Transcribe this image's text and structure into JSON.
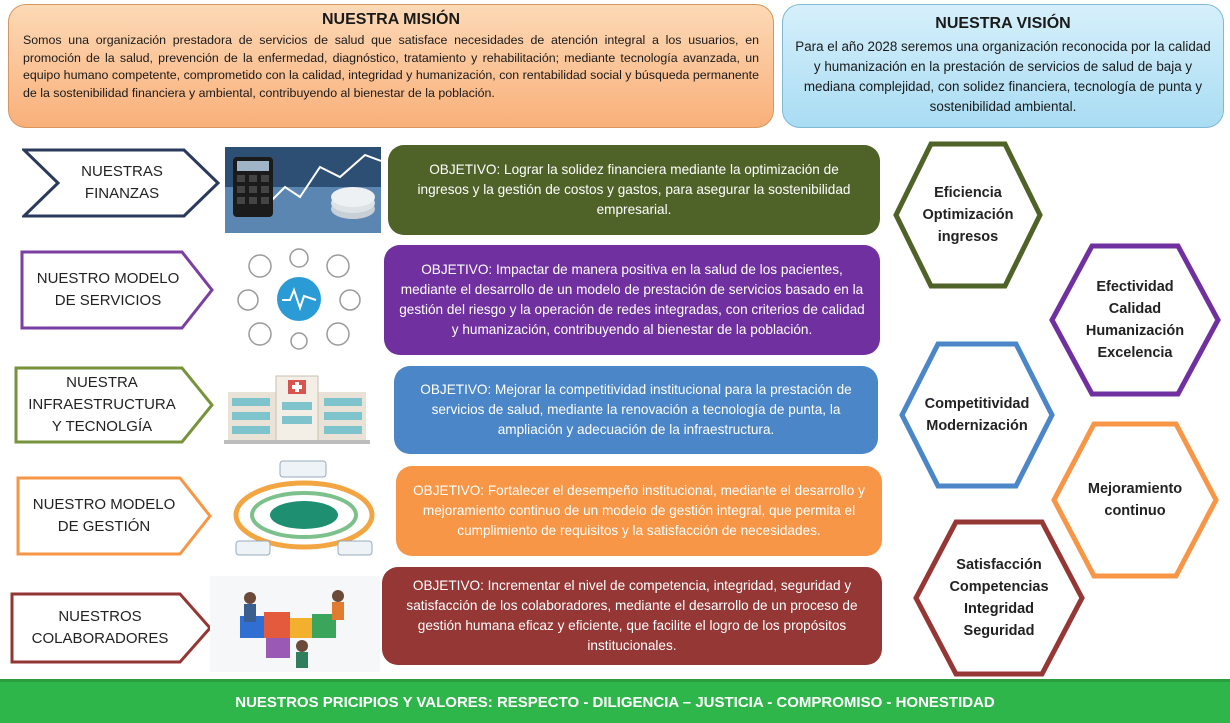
{
  "mission": {
    "title": "NUESTRA MISIÓN",
    "text": "Somos una organización prestadora de servicios de salud que satisface necesidades de atención integral a los usuarios, en promoción de la salud, prevención de la enfermedad, diagnóstico, tratamiento y rehabilitación; mediante tecnología avanzada, un equipo humano competente, comprometido con la calidad, integridad y humanización, con rentabilidad social y búsqueda permanente de la sostenibilidad financiera y ambiental, contribuyendo al bienestar de la población."
  },
  "vision": {
    "title": "NUESTRA VISIÓN",
    "text": "Para el año 2028 seremos una organización reconocida por la calidad y humanización en la prestación de servicios de salud de baja y mediana complejidad, con solidez financiera, tecnología de punta y sostenibilidad ambiental."
  },
  "perspectives": [
    {
      "label": "NUESTRAS\nFINANZAS",
      "color": "#2a3a5c",
      "objective": "OBJETIVO: Lograr la solidez financiera mediante la optimización de ingresos y la gestión de costos y gastos, para asegurar la sostenibilidad empresarial.",
      "objective_color": "#4f6228"
    },
    {
      "label": "NUESTRO MODELO\nDE SERVICIOS",
      "color": "#7a3fa0",
      "objective": "OBJETIVO: Impactar de manera positiva en la salud de los pacientes, mediante el desarrollo de un modelo de prestación de servicios basado en la gestión del riesgo y la operación de redes integradas, con criterios de calidad y humanización, contribuyendo al bienestar de la población.",
      "objective_color": "#7030a0"
    },
    {
      "label": "NUESTRA\nINFRAESTRUCTURA\nY TECNOLGÍA",
      "color": "#77933c",
      "objective": "OBJETIVO: Mejorar la competitividad institucional para la prestación de servicios de salud, mediante la renovación a tecnología de punta, la ampliación y adecuación de la infraestructura.",
      "objective_color": "#4a86c8"
    },
    {
      "label": "NUESTRO MODELO\nDE GESTIÓN",
      "color": "#f79646",
      "objective": "OBJETIVO: Fortalecer el desempeño institucional, mediante el desarrollo y mejoramiento continuo de un modelo de gestión integral, que permita el cumplimiento de requisitos y la satisfacción de necesidades.",
      "objective_color": "#f79646"
    },
    {
      "label": "NUESTROS\nCOLABORADORES",
      "color": "#943634",
      "objective": "OBJETIVO: Incrementar el nivel de competencia, integridad, seguridad y satisfacción de los colaboradores, mediante el desarrollo de un proceso de gestión humana eficaz y eficiente, que facilite el logro de los propósitos institucionales.",
      "objective_color": "#953735"
    }
  ],
  "hexagons": [
    {
      "label": "Eficiencia\nOptimización\ningresos",
      "color": "#4f6228"
    },
    {
      "label": "Efectividad\nCalidad\nHumanización\nExcelencia",
      "color": "#7030a0"
    },
    {
      "label": "Competitividad\nModernización",
      "color": "#4a86c8"
    },
    {
      "label": "Mejoramiento\ncontinuo",
      "color": "#f79646"
    },
    {
      "label": "Satisfacción\nCompetencias\nIntegridad\nSeguridad",
      "color": "#953735"
    }
  ],
  "footer": {
    "text": "NUESTROS PRICIPIOS Y VALORES: RESPECTO -  DILIGENCIA – JUSTICIA -  COMPROMISO - HONESTIDAD"
  }
}
